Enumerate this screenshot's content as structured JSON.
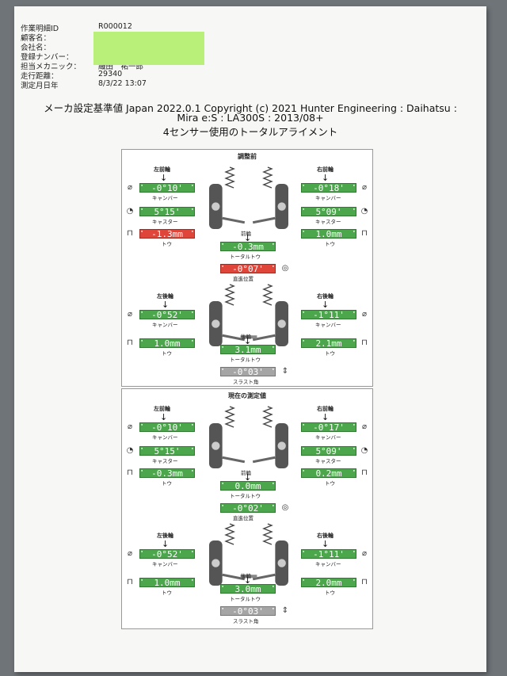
{
  "header": {
    "rows": [
      {
        "label": "作業明細ID",
        "value": "R000012"
      },
      {
        "label": "顧客名：",
        "value": ""
      },
      {
        "label": "会社名：",
        "value": ""
      },
      {
        "label": "登録ナンバー：",
        "value": ""
      },
      {
        "label": "担当メカニック：",
        "value": "織田　祐一郎"
      },
      {
        "label": "走行距離：",
        "value": "29340"
      },
      {
        "label": "測定月日年",
        "value": "8/3/22 13:07"
      }
    ]
  },
  "title": {
    "line1": "メーカ設定基準値 Japan 2022.0.1 Copyright (c) 2021 Hunter Engineering : Daihatsu :",
    "line2": "Mira e:S : LA300S :   2013/08+",
    "line3": "4センサー使用のトータルアライメント"
  },
  "labels": {
    "front_left": "左前輪",
    "front_right": "右前輪",
    "rear_left": "左後輪",
    "rear_right": "右後輪",
    "camber": "キャンバー",
    "caster": "キャスター",
    "toe": "トウ",
    "front": "前輪",
    "total_toe": "トータルトウ",
    "straight": "直進位置",
    "rear": "後輪",
    "thrust": "スラスト角"
  },
  "before": {
    "title": "調整前",
    "fl_camber": "-0°10'",
    "fl_caster": "5°15'",
    "fl_toe": "-1.3mm",
    "fr_camber": "-0°18'",
    "fr_caster": "5°09'",
    "fr_toe": "1.0mm",
    "front_total_toe": "-0.3mm",
    "straight": "-0°07'",
    "rl_camber": "-0°52'",
    "rl_toe": "1.0mm",
    "rr_camber": "-1°11'",
    "rr_toe": "2.1mm",
    "rear_total_toe": "3.1mm",
    "thrust": "-0°03'"
  },
  "after": {
    "title": "現在の測定値",
    "fl_camber": "-0°10'",
    "fl_caster": "5°15'",
    "fl_toe": "-0.3mm",
    "fr_camber": "-0°17'",
    "fr_caster": "5°09'",
    "fr_toe": "0.2mm",
    "front_total_toe": "0.0mm",
    "straight": "-0°02'",
    "rl_camber": "-0°52'",
    "rl_toe": "1.0mm",
    "rr_camber": "-1°11'",
    "rr_toe": "2.0mm",
    "rear_total_toe": "3.0mm",
    "thrust": "-0°03'"
  },
  "colors": {
    "ok": "#4ca64c",
    "out": "#e0453a",
    "neutral": "#a5a5a5",
    "sticky": "#b8f07a"
  }
}
